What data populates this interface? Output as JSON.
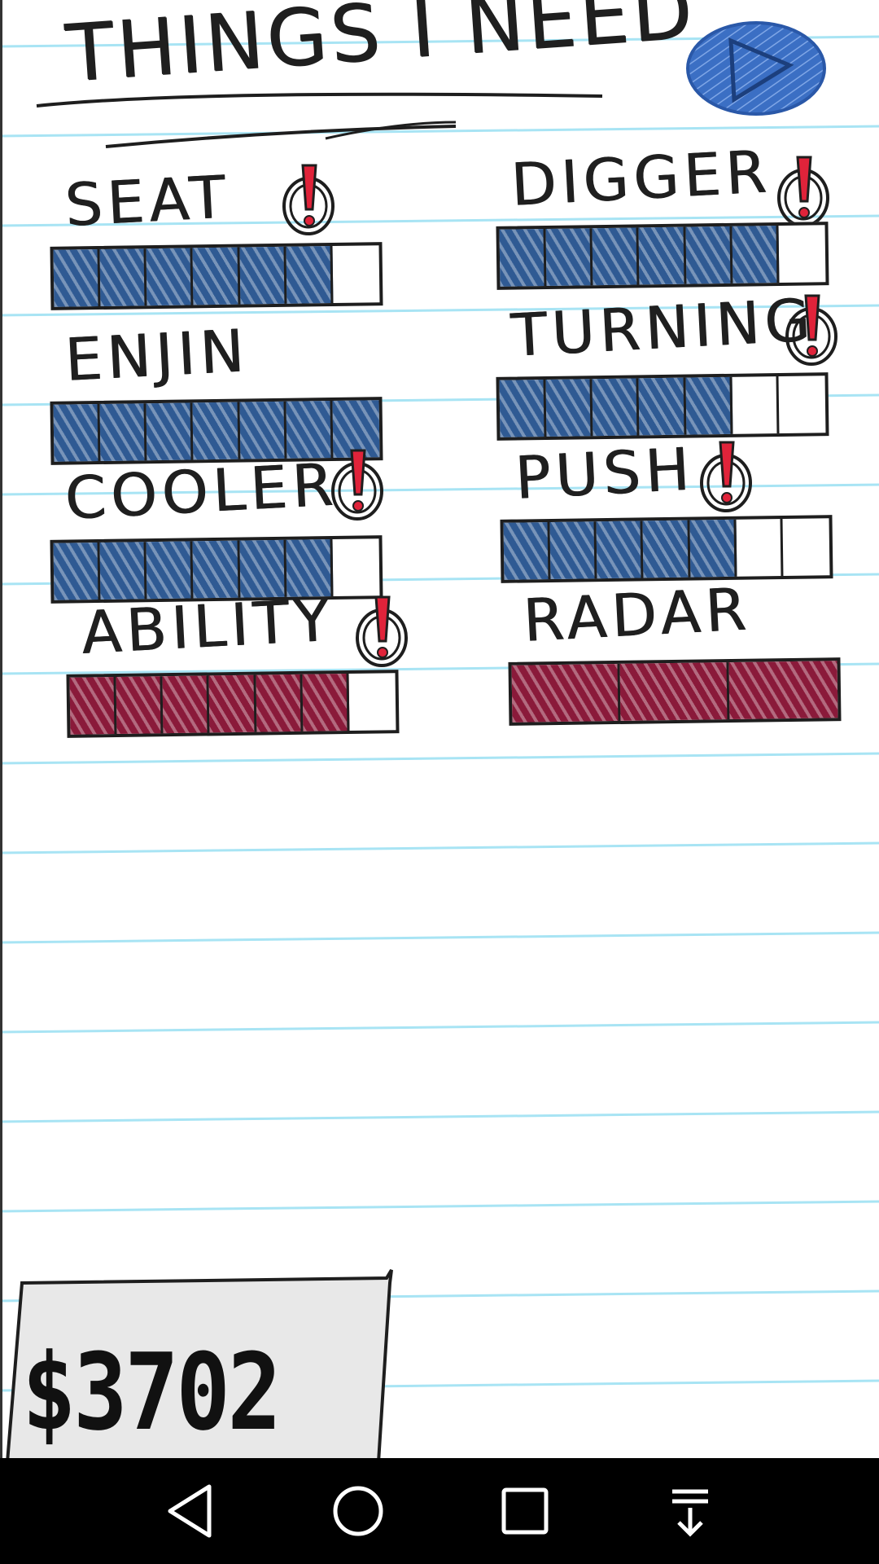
{
  "title": "THINGS I NEED",
  "colors": {
    "ink": "#1e1e1e",
    "blue": "#2f5a93",
    "red_fill": "#8a1a3a",
    "alert_red": "#e0233a",
    "paper_line": "#a8e4f4",
    "money_card": "#e8e8e8",
    "nav_bar": "#000000"
  },
  "play_button": {
    "icon": "play-icon"
  },
  "upgrades": [
    {
      "label": "SEAT",
      "filled": 6,
      "total": 7,
      "color": "blue",
      "alert": true
    },
    {
      "label": "DIGGER",
      "filled": 6,
      "total": 7,
      "color": "blue",
      "alert": true
    },
    {
      "label": "ENJIN",
      "filled": 7,
      "total": 7,
      "color": "blue",
      "alert": false
    },
    {
      "label": "TURNING",
      "filled": 5,
      "total": 7,
      "color": "blue",
      "alert": true
    },
    {
      "label": "COOLER",
      "filled": 6,
      "total": 7,
      "color": "blue",
      "alert": true
    },
    {
      "label": "PUSH",
      "filled": 5,
      "total": 7,
      "color": "blue",
      "alert": true
    },
    {
      "label": "ABILITY",
      "filled": 6,
      "total": 7,
      "color": "red",
      "alert": true
    },
    {
      "label": "RADAR",
      "filled": 3,
      "total": 3,
      "color": "red",
      "alert": false
    }
  ],
  "money": {
    "amount": "$3702"
  },
  "nav": {
    "back": "back-icon",
    "home": "home-icon",
    "recents": "recents-icon",
    "notifications": "notification-pull-icon"
  }
}
